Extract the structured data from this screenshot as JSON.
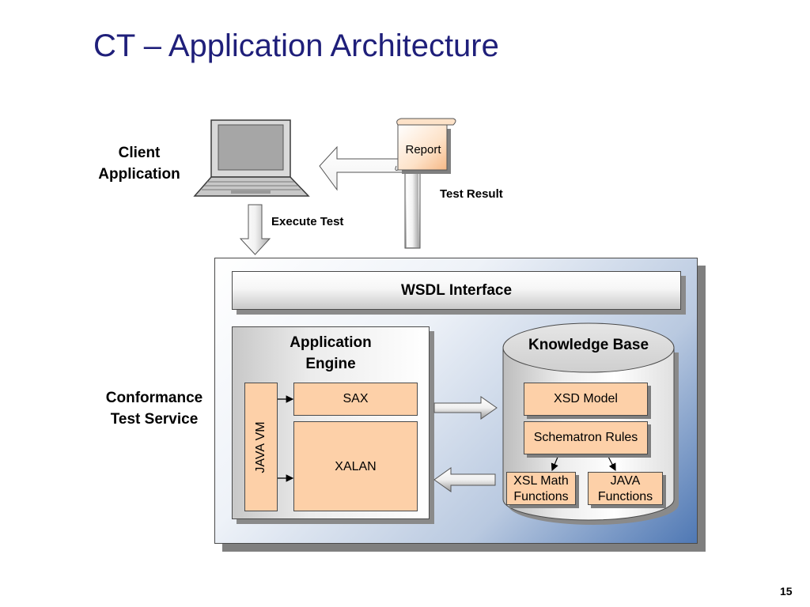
{
  "slide": {
    "title": "CT – Application Architecture",
    "page_number": "15"
  },
  "client": {
    "label_line1": "Client",
    "label_line2": "Application"
  },
  "flows": {
    "execute_test": "Execute Test",
    "test_result": "Test Result"
  },
  "report": {
    "label": "Report"
  },
  "service": {
    "label_line1": "Conformance",
    "label_line2": "Test Service",
    "wsdl": "WSDL Interface"
  },
  "engine": {
    "title_line1": "Application",
    "title_line2": "Engine",
    "java_vm": "JAVA VM",
    "sax": "SAX",
    "xalan": "XALAN"
  },
  "knowledge_base": {
    "title": "Knowledge Base",
    "xsd_model": "XSD Model",
    "schematron": "Schematron Rules",
    "xsl_math_line1": "XSL Math",
    "xsl_math_line2": "Functions",
    "java_functions_line1": "JAVA",
    "java_functions_line2": "Functions"
  },
  "colors": {
    "title": "#1f1f7a",
    "box_fill": "#fdd0a8",
    "panel_gradient_end": "#4f78b4"
  }
}
